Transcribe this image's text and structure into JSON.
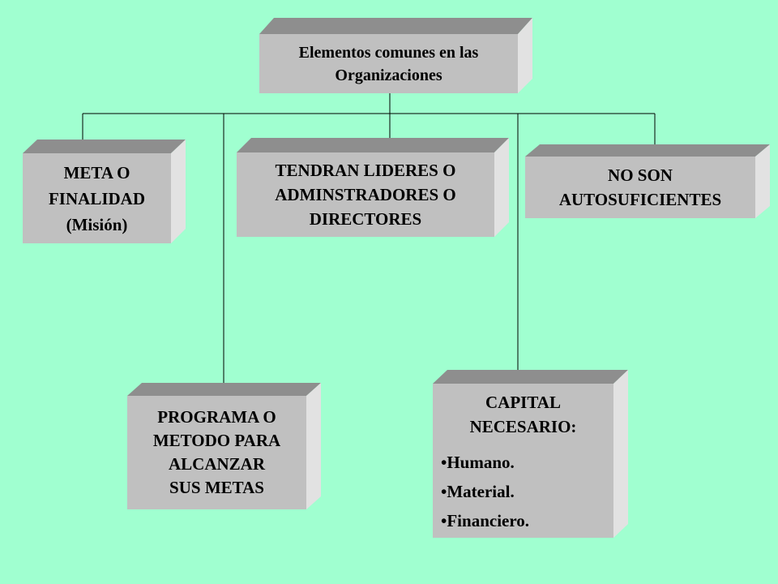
{
  "colors": {
    "background": "#a0ffd0",
    "box_front": "#c0c0c0",
    "box_top": "#8e8e8e",
    "box_side": "#e2e2e2",
    "connector": "#000000"
  },
  "root": {
    "lines": [
      "Elementos comunes en las",
      "Organizaciones"
    ]
  },
  "meta": {
    "lines": [
      "META O",
      "FINALIDAD",
      "(Misión)"
    ]
  },
  "lideres": {
    "lines": [
      "TENDRAN LIDERES O",
      "ADMINSTRADORES O",
      "DIRECTORES"
    ]
  },
  "autosuf": {
    "lines": [
      "NO SON",
      "AUTOSUFICIENTES"
    ]
  },
  "programa": {
    "lines": [
      "PROGRAMA O",
      "METODO PARA",
      "ALCANZAR",
      "SUS METAS"
    ]
  },
  "capital": {
    "lines": [
      "CAPITAL",
      "NECESARIO:"
    ],
    "items": [
      "•Humano.",
      "•Material.",
      "•Financiero."
    ]
  }
}
